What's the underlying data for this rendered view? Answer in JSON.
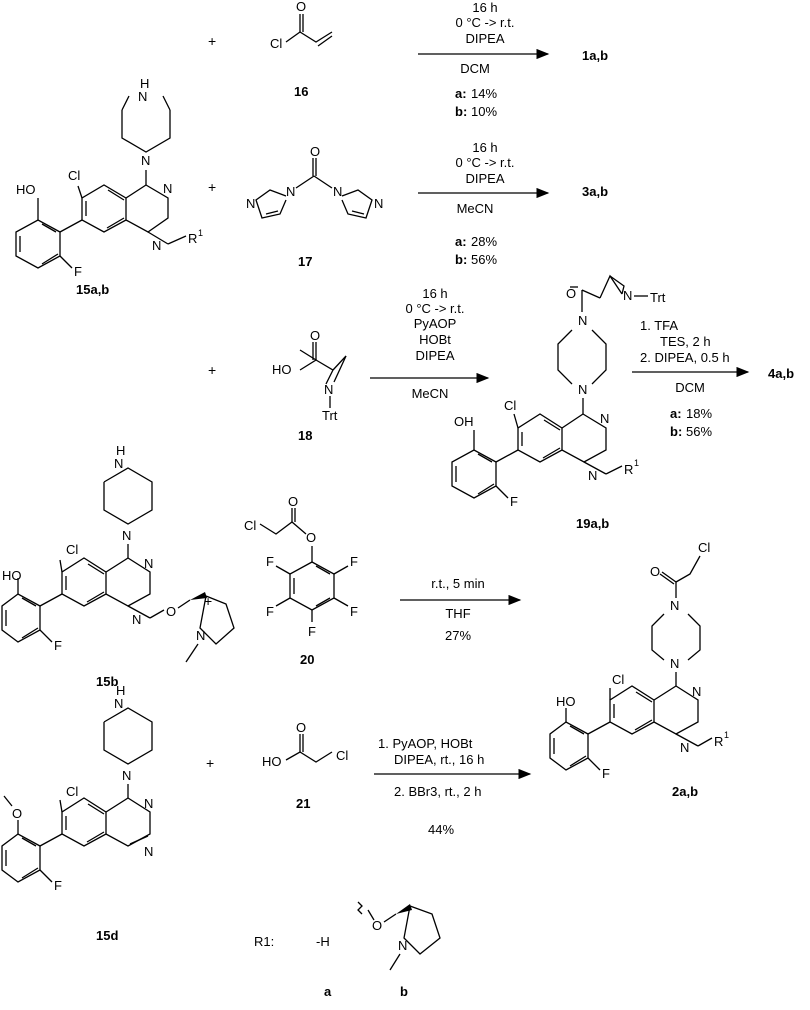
{
  "scheme": {
    "compounds": {
      "c15ab": "15a,b",
      "c16": "16",
      "c17": "17",
      "c18": "18",
      "c19ab": "19a,b",
      "c20": "20",
      "c15b": "15b",
      "c21": "21",
      "c15d": "15d",
      "c2ab": "2a,b",
      "p1ab": "1a,b",
      "p3ab": "3a,b",
      "p4ab": "4a,b"
    },
    "reactions": {
      "r1": {
        "lines": [
          "16 h",
          "0 °C -> r.t.",
          "DIPEA",
          "DCM"
        ],
        "yield_a_label": "a:",
        "yield_a": "14%",
        "yield_b_label": "b:",
        "yield_b": "10%"
      },
      "r2": {
        "lines": [
          "16 h",
          "0 °C -> r.t.",
          "DIPEA",
          "MeCN"
        ],
        "yield_a_label": "a:",
        "yield_a": "28%",
        "yield_b_label": "b:",
        "yield_b": "56%"
      },
      "r3": {
        "lines": [
          "16 h",
          "0 °C -> r.t.",
          "PyAOP",
          "HOBt",
          "DIPEA",
          "MeCN"
        ]
      },
      "r4": {
        "lines": [
          "1. TFA",
          "TES, 2 h",
          "2. DIPEA, 0.5 h",
          "DCM"
        ],
        "yield_a_label": "a:",
        "yield_a": "18%",
        "yield_b_label": "b:",
        "yield_b": "56%"
      },
      "r5": {
        "lines": [
          "r.t., 5 min",
          "THF",
          "27%"
        ]
      },
      "r6": {
        "lines": [
          "1. PyAOP, HOBt",
          "DIPEA, rt., 16 h",
          "2. BBr3, rt., 2 h",
          "44%"
        ]
      }
    },
    "r1_legend": {
      "label": "R1:",
      "a_value": "-H",
      "a_label": "a",
      "b_label": "b"
    },
    "plus": "+"
  }
}
